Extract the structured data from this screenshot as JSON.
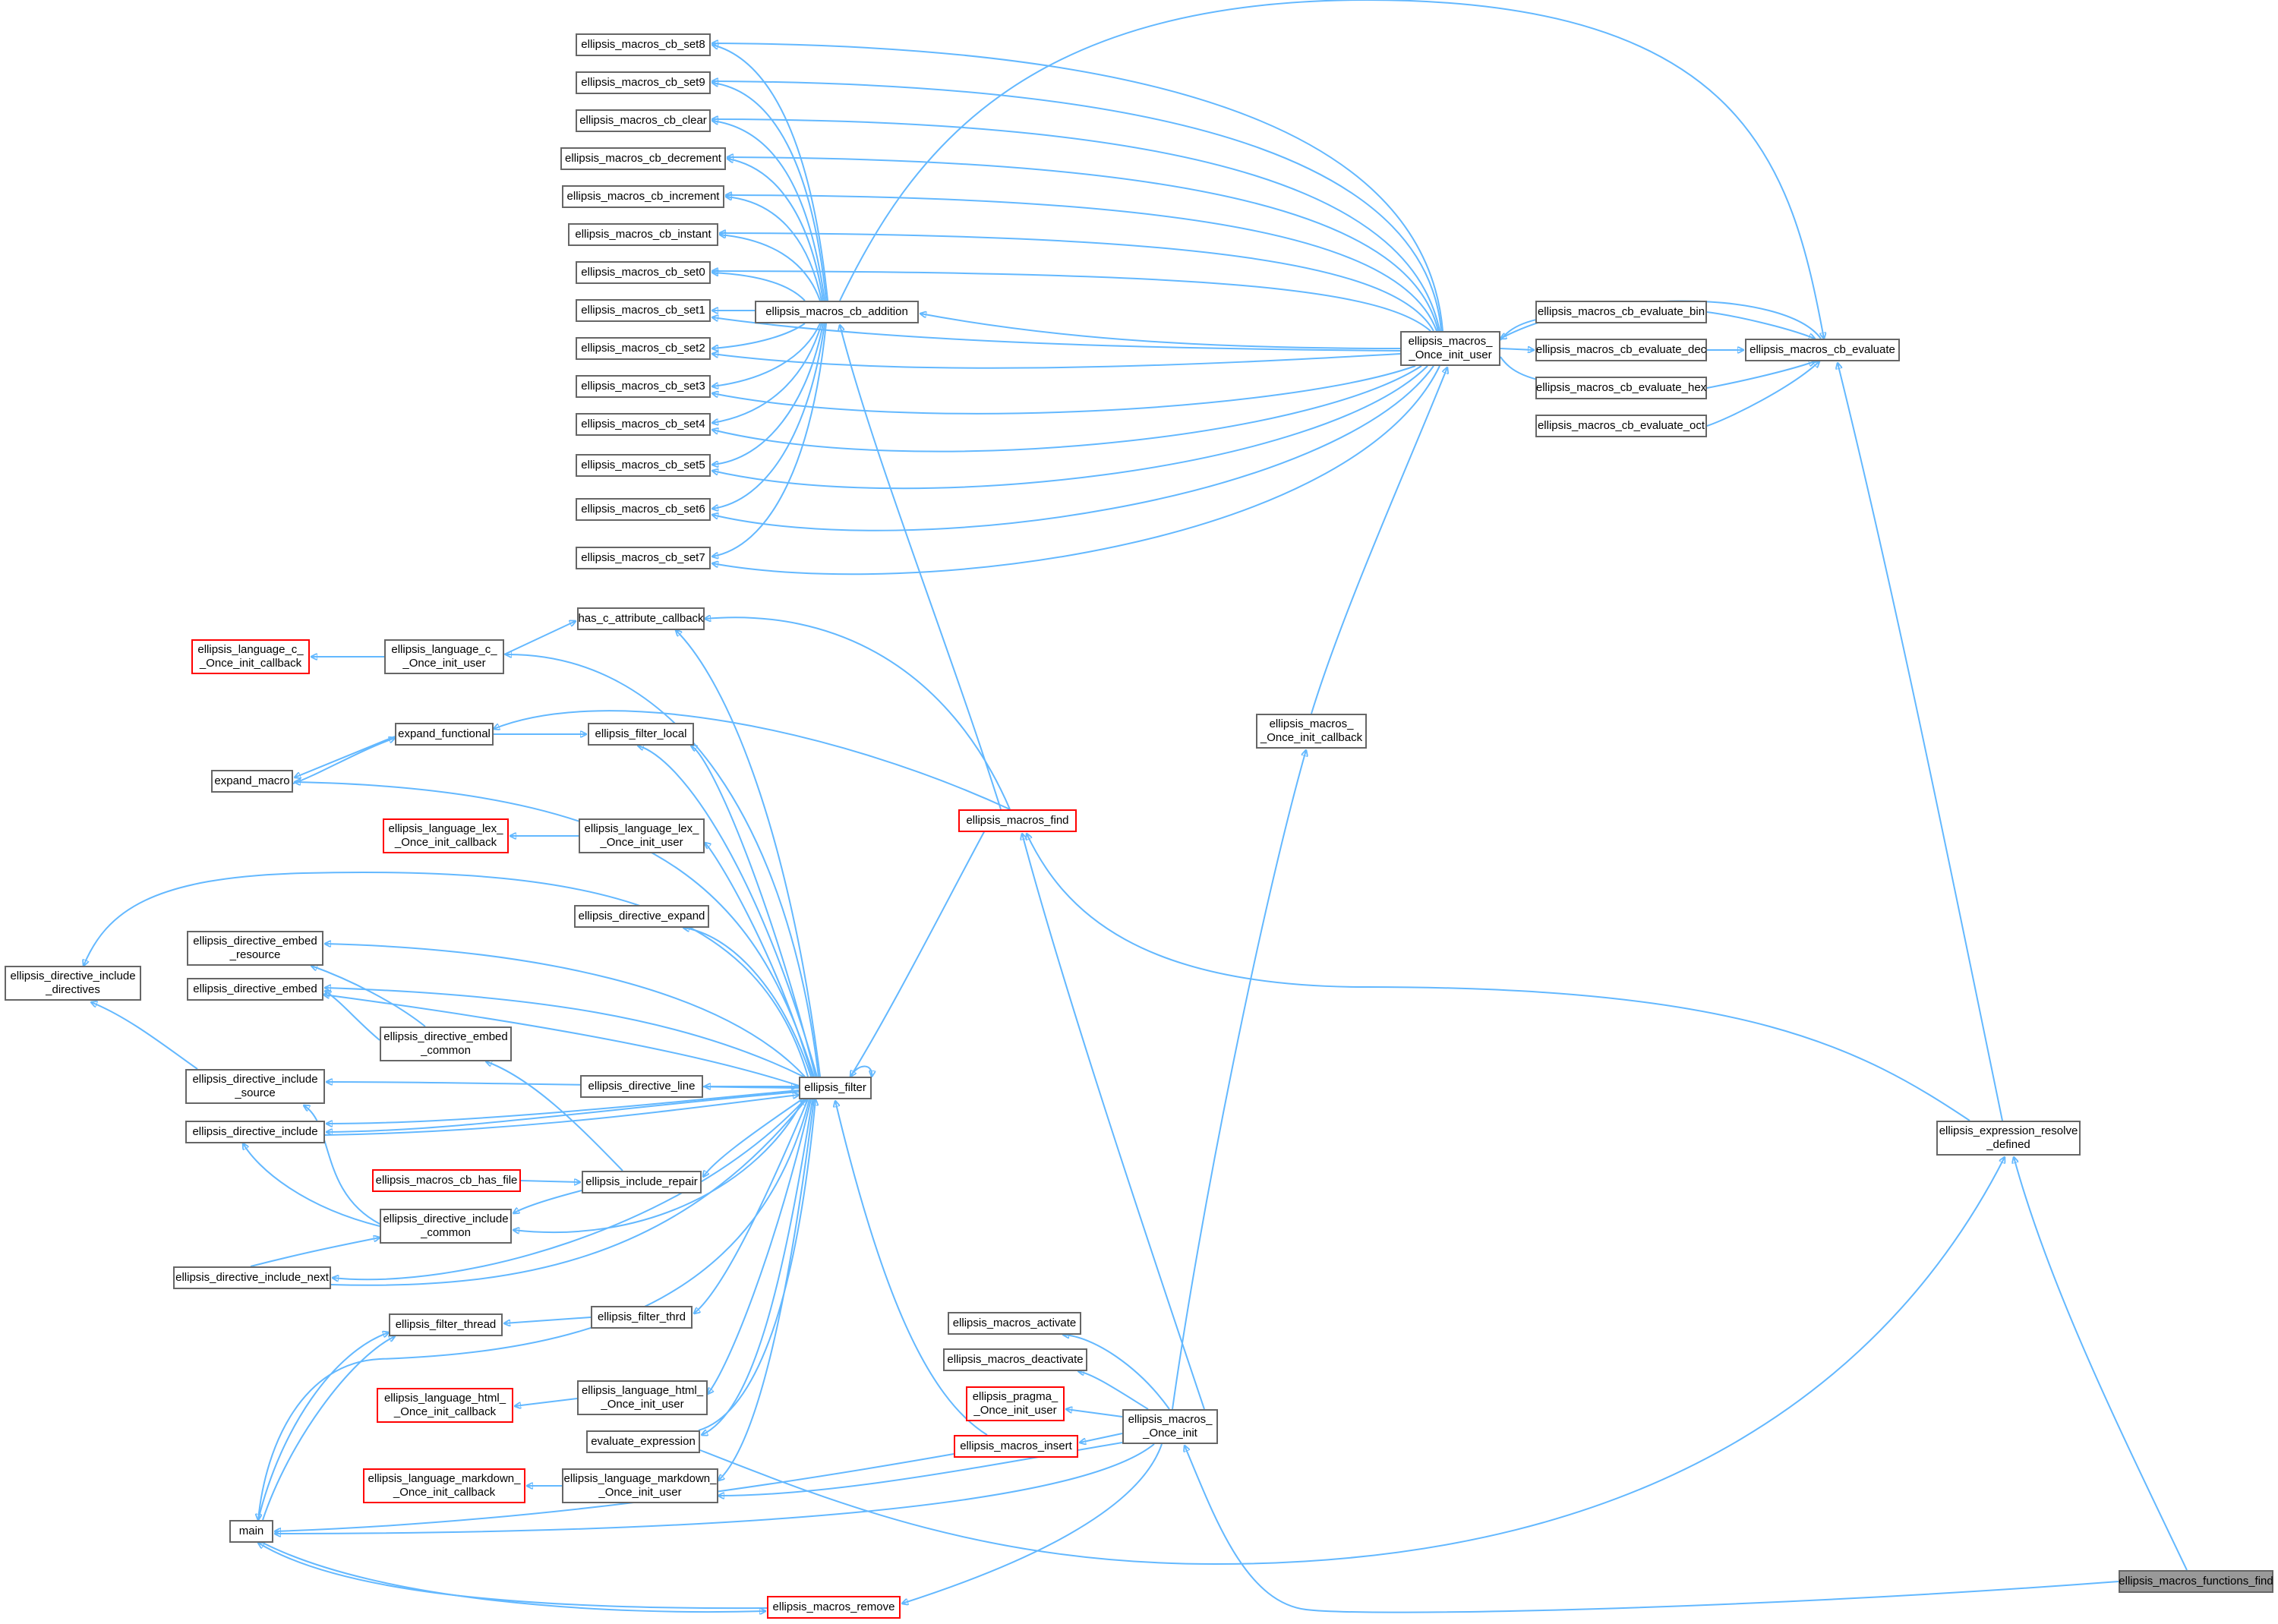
{
  "diagram": {
    "edge_color": "#63b8ff",
    "node_border": "#666666",
    "truncated_border": "#ff0000",
    "target_fill": "#999999",
    "nodes": [
      {
        "id": "set8",
        "label": "ellipsis_macros_cb_set8"
      },
      {
        "id": "set9",
        "label": "ellipsis_macros_cb_set9"
      },
      {
        "id": "clear",
        "label": "ellipsis_macros_cb_clear"
      },
      {
        "id": "decrement",
        "label": "ellipsis_macros_cb_decrement"
      },
      {
        "id": "increment",
        "label": "ellipsis_macros_cb_increment"
      },
      {
        "id": "instant",
        "label": "ellipsis_macros_cb_instant"
      },
      {
        "id": "set0",
        "label": "ellipsis_macros_cb_set0"
      },
      {
        "id": "set1",
        "label": "ellipsis_macros_cb_set1"
      },
      {
        "id": "set2",
        "label": "ellipsis_macros_cb_set2"
      },
      {
        "id": "set3",
        "label": "ellipsis_macros_cb_set3"
      },
      {
        "id": "set4",
        "label": "ellipsis_macros_cb_set4"
      },
      {
        "id": "set5",
        "label": "ellipsis_macros_cb_set5"
      },
      {
        "id": "set6",
        "label": "ellipsis_macros_cb_set6"
      },
      {
        "id": "set7",
        "label": "ellipsis_macros_cb_set7"
      },
      {
        "id": "addition",
        "label": "ellipsis_macros_cb_addition"
      },
      {
        "id": "once_init_user",
        "label": "ellipsis_macros_\n_Once_init_user"
      },
      {
        "id": "eval_bin",
        "label": "ellipsis_macros_cb_evaluate_bin"
      },
      {
        "id": "eval_dec",
        "label": "ellipsis_macros_cb_evaluate_dec"
      },
      {
        "id": "eval_hex",
        "label": "ellipsis_macros_cb_evaluate_hex"
      },
      {
        "id": "eval_oct",
        "label": "ellipsis_macros_cb_evaluate_oct"
      },
      {
        "id": "evaluate",
        "label": "ellipsis_macros_cb_evaluate"
      },
      {
        "id": "has_c_attr",
        "label": "has_c_attribute_callback"
      },
      {
        "id": "lang_c_cb",
        "label": "ellipsis_language_c_\n_Once_init_callback",
        "truncated": true
      },
      {
        "id": "lang_c_user",
        "label": "ellipsis_language_c_\n_Once_init_user"
      },
      {
        "id": "expand_functional",
        "label": "expand_functional"
      },
      {
        "id": "filter_local",
        "label": "ellipsis_filter_local"
      },
      {
        "id": "expand_macro",
        "label": "expand_macro"
      },
      {
        "id": "init_callback",
        "label": "ellipsis_macros_\n_Once_init_callback"
      },
      {
        "id": "macros_find",
        "label": "ellipsis_macros_find",
        "truncated": true
      },
      {
        "id": "lang_lex_cb",
        "label": "ellipsis_language_lex_\n_Once_init_callback",
        "truncated": true
      },
      {
        "id": "lang_lex_user",
        "label": "ellipsis_language_lex_\n_Once_init_user"
      },
      {
        "id": "dir_expand",
        "label": "ellipsis_directive_expand"
      },
      {
        "id": "dir_include_directives",
        "label": "ellipsis_directive_include\n_directives"
      },
      {
        "id": "dir_embed_resource",
        "label": "ellipsis_directive_embed\n_resource"
      },
      {
        "id": "dir_embed",
        "label": "ellipsis_directive_embed"
      },
      {
        "id": "dir_embed_common",
        "label": "ellipsis_directive_embed\n_common"
      },
      {
        "id": "dir_include_source",
        "label": "ellipsis_directive_include\n_source"
      },
      {
        "id": "dir_line",
        "label": "ellipsis_directive_line"
      },
      {
        "id": "filter",
        "label": "ellipsis_filter"
      },
      {
        "id": "dir_include",
        "label": "ellipsis_directive_include"
      },
      {
        "id": "cb_has_file",
        "label": "ellipsis_macros_cb_has_file",
        "truncated": true
      },
      {
        "id": "include_repair",
        "label": "ellipsis_include_repair"
      },
      {
        "id": "dir_include_common",
        "label": "ellipsis_directive_include\n_common"
      },
      {
        "id": "dir_include_next",
        "label": "ellipsis_directive_include_next"
      },
      {
        "id": "filter_thread",
        "label": "ellipsis_filter_thread"
      },
      {
        "id": "filter_thrd",
        "label": "ellipsis_filter_thrd"
      },
      {
        "id": "resolve_defined",
        "label": "ellipsis_expression_resolve\n_defined"
      },
      {
        "id": "activate",
        "label": "ellipsis_macros_activate"
      },
      {
        "id": "deactivate",
        "label": "ellipsis_macros_deactivate"
      },
      {
        "id": "lang_html_cb",
        "label": "ellipsis_language_html_\n_Once_init_callback",
        "truncated": true
      },
      {
        "id": "lang_html_user",
        "label": "ellipsis_language_html_\n_Once_init_user"
      },
      {
        "id": "pragma_user",
        "label": "ellipsis_pragma_\n_Once_init_user",
        "truncated": true
      },
      {
        "id": "once_init",
        "label": "ellipsis_macros_\n_Once_init"
      },
      {
        "id": "eval_expression",
        "label": "evaluate_expression"
      },
      {
        "id": "macros_insert",
        "label": "ellipsis_macros_insert",
        "truncated": true
      },
      {
        "id": "lang_md_cb",
        "label": "ellipsis_language_markdown_\n_Once_init_callback",
        "truncated": true
      },
      {
        "id": "lang_md_user",
        "label": "ellipsis_language_markdown_\n_Once_init_user"
      },
      {
        "id": "main",
        "label": "main"
      },
      {
        "id": "functions_find",
        "label": "ellipsis_macros_functions_find",
        "target": true
      },
      {
        "id": "macros_remove",
        "label": "ellipsis_macros_remove",
        "truncated": true
      }
    ]
  }
}
